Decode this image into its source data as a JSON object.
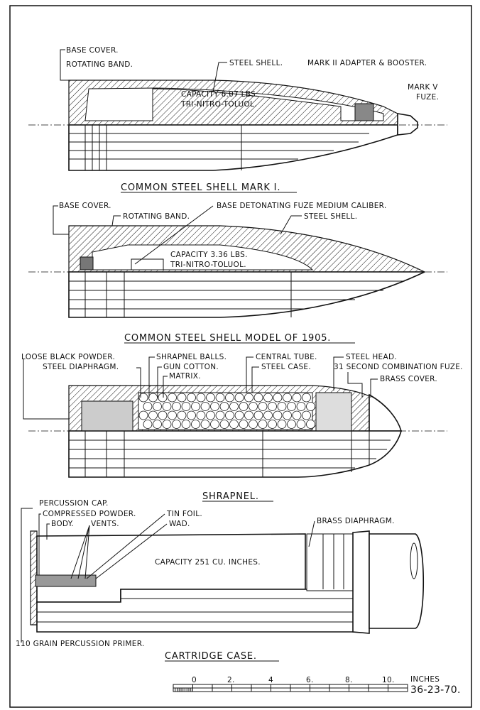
{
  "drawings": [
    {
      "title": "COMMON STEEL SHELL MARK I.",
      "labels": [
        "BASE COVER.",
        "ROTATING BAND.",
        "STEEL SHELL.",
        "MARK II ADAPTER & BOOSTER.",
        "MARK V",
        "FUZE."
      ],
      "capacity": [
        "CAPACITY 6.07 LBS.",
        "TRI-NITRO-TOLUOL."
      ]
    },
    {
      "title": "COMMON STEEL SHELL MODEL OF 1905.",
      "labels": [
        "BASE COVER.",
        "ROTATING BAND.",
        "BASE DETONATING FUZE MEDIUM CALIBER.",
        "STEEL SHELL."
      ],
      "capacity": [
        "CAPACITY 3.36 LBS.",
        "TRI-NITRO-TOLUOL."
      ]
    },
    {
      "title": "SHRAPNEL.",
      "labels": [
        "LOOSE BLACK POWDER.",
        "STEEL DIAPHRAGM.",
        "SHRAPNEL BALLS.",
        "GUN COTTON.",
        "MATRIX.",
        "CENTRAL TUBE.",
        "STEEL CASE.",
        "STEEL HEAD.",
        "31 SECOND COMBINATION FUZE.",
        "BRASS COVER."
      ]
    },
    {
      "title": "CARTRIDGE CASE.",
      "labels": [
        "PERCUSSION CAP.",
        "COMPRESSED POWDER.",
        "BODY.",
        "VENTS.",
        "TIN FOIL.",
        "WAD.",
        "BRASS DIAPHRAGM.",
        "110 GRAIN PERCUSSION PRIMER."
      ],
      "capacity": [
        "CAPACITY 251 CU. INCHES."
      ]
    }
  ],
  "scale": {
    "ticks": [
      "0",
      "2.",
      "4",
      "6.",
      "8.",
      "10."
    ],
    "unit": "INCHES",
    "plate_number": "36-23-70."
  }
}
